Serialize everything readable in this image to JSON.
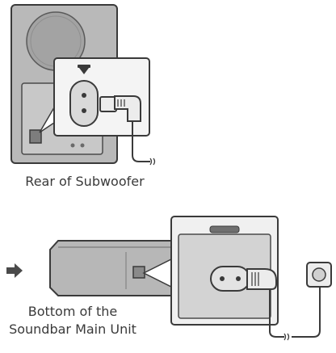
{
  "captions": {
    "subwoofer": "Rear of Subwoofer",
    "soundbar_line1": "Bottom of the",
    "soundbar_line2": "Soundbar Main Unit"
  },
  "icons": {
    "pointer": "right-arrow-icon",
    "wall_outlet": "wall-outlet-icon",
    "power_port": "power-port-icon",
    "power_plug": "power-plug-icon"
  },
  "colors": {
    "line": "#3a3a3a",
    "device_fill": "#b7b7b7",
    "device_dark": "#8e8e8e",
    "panel_fill": "#d2d2d2",
    "callout_fill": "#f4f4f4",
    "speaker_grille": "#a2a2a2"
  }
}
